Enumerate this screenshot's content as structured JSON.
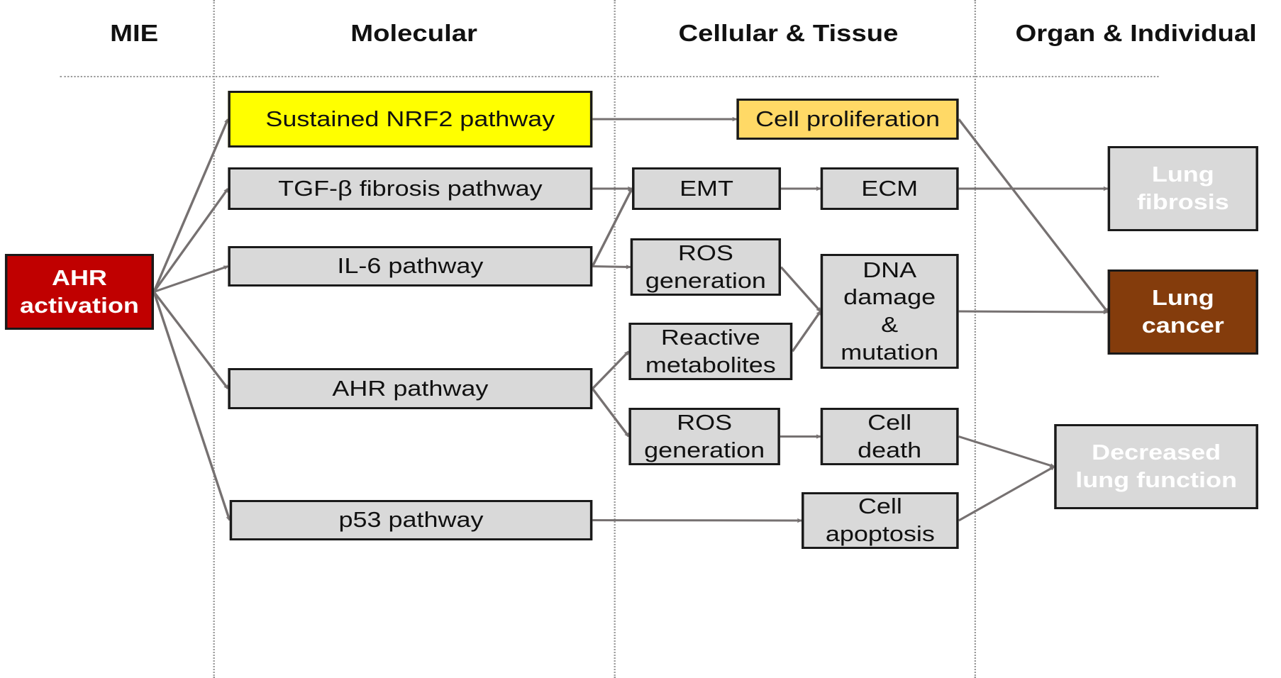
{
  "headers": {
    "mie": "MIE",
    "molecular": "Molecular",
    "cellular": "Cellular & Tissue",
    "organ": "Organ & Individual"
  },
  "nodes": {
    "ahr_activation": "AHR\nactivation",
    "nrf2": "Sustained NRF2 pathway",
    "tgfb": "TGF-β fibrosis pathway",
    "il6": "IL-6 pathway",
    "ahr_pathway": "AHR pathway",
    "p53": "p53 pathway",
    "cell_proliferation": "Cell proliferation",
    "emt": "EMT",
    "ecm": "ECM",
    "ros_1": "ROS\ngeneration",
    "dna_damage": "DNA\ndamage\n&\nmutation",
    "reactive_metabolites": "Reactive\nmetabolites",
    "ros_2": "ROS\ngeneration",
    "cell_death": "Cell\ndeath",
    "cell_apoptosis": "Cell\napoptosis",
    "lung_fibrosis": "Lung\nfibrosis",
    "lung_cancer": "Lung\ncancer",
    "decreased_lung_function": "Decreased\nlung function"
  },
  "colors": {
    "mie": "#c00000",
    "nrf2": "#ffff00",
    "proliferation": "#ffd966",
    "cancer": "#843c0c",
    "box": "#d9d9d9",
    "arrow": "#767171"
  },
  "edges": [
    [
      "ahr_activation",
      "nrf2"
    ],
    [
      "ahr_activation",
      "tgfb"
    ],
    [
      "ahr_activation",
      "il6"
    ],
    [
      "ahr_activation",
      "ahr_pathway"
    ],
    [
      "ahr_activation",
      "p53"
    ],
    [
      "nrf2",
      "cell_proliferation"
    ],
    [
      "tgfb",
      "emt"
    ],
    [
      "il6",
      "emt"
    ],
    [
      "il6",
      "ros_1"
    ],
    [
      "emt",
      "ecm"
    ],
    [
      "ros_1",
      "dna_damage"
    ],
    [
      "reactive_metabolites",
      "dna_damage"
    ],
    [
      "ahr_pathway",
      "reactive_metabolites"
    ],
    [
      "ahr_pathway",
      "ros_2"
    ],
    [
      "ros_2",
      "cell_death"
    ],
    [
      "p53",
      "cell_apoptosis"
    ],
    [
      "ecm",
      "lung_fibrosis"
    ],
    [
      "cell_proliferation",
      "lung_cancer"
    ],
    [
      "dna_damage",
      "lung_cancer"
    ],
    [
      "cell_death",
      "decreased_lung_function"
    ],
    [
      "cell_apoptosis",
      "decreased_lung_function"
    ]
  ]
}
